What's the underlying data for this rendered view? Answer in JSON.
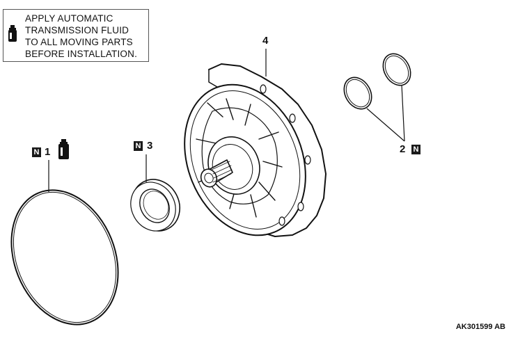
{
  "note": {
    "lines": [
      "APPLY AUTOMATIC",
      "TRANSMISSION FLUID",
      "TO ALL MOVING PARTS",
      "BEFORE INSTALLATION."
    ]
  },
  "callouts": {
    "part1": "1",
    "part2": "2",
    "part3": "3",
    "part4": "4",
    "new_part_mark": "N"
  },
  "figure_id": "AK301599 AB",
  "icons": [
    "fluid-bottle-icon",
    "new-part-n-icon"
  ]
}
